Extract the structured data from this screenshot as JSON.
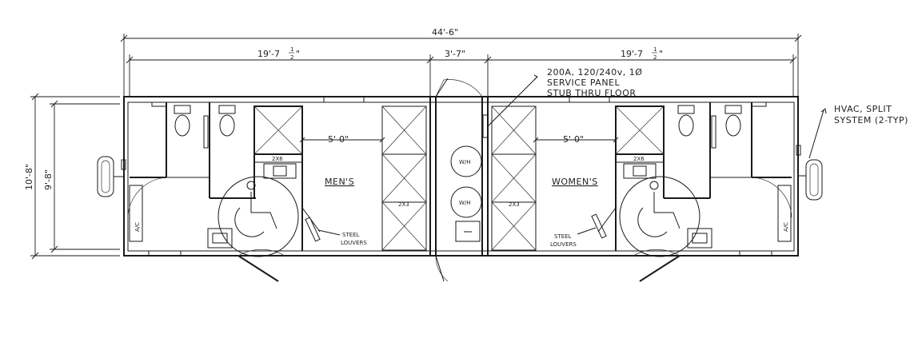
{
  "dimensions": {
    "overall_length": "44'-6\"",
    "left_module": "19'-7",
    "right_module": "19'-7",
    "fraction_num": "1",
    "fraction_den": "2",
    "fraction_tail": "\"",
    "center_module": "3'-7\"",
    "overall_width": "10'-8\"",
    "interior_width": "9'-8\"",
    "men_interior": "5'-0\"",
    "women_interior": "5'-0\""
  },
  "rooms": {
    "men": "MEN'S",
    "women": "WOMEN'S"
  },
  "notes": {
    "service_panel_line1": "200A, 120/240v, 1Ø",
    "service_panel_line2": "SERVICE PANEL",
    "service_panel_line3": "STUB THRU FLOOR",
    "hvac_line1": "HVAC, SPLIT",
    "hvac_line2": "SYSTEM (2-TYP)",
    "louvers_line1": "STEEL",
    "louvers_line2": "LOUVERS",
    "water_heater": "W/H",
    "ac_unit": "A/C",
    "sink_cabinet": "2X6",
    "vanity": "2X3"
  },
  "colors": {
    "line": "#1a1a1a",
    "background": "#ffffff"
  }
}
